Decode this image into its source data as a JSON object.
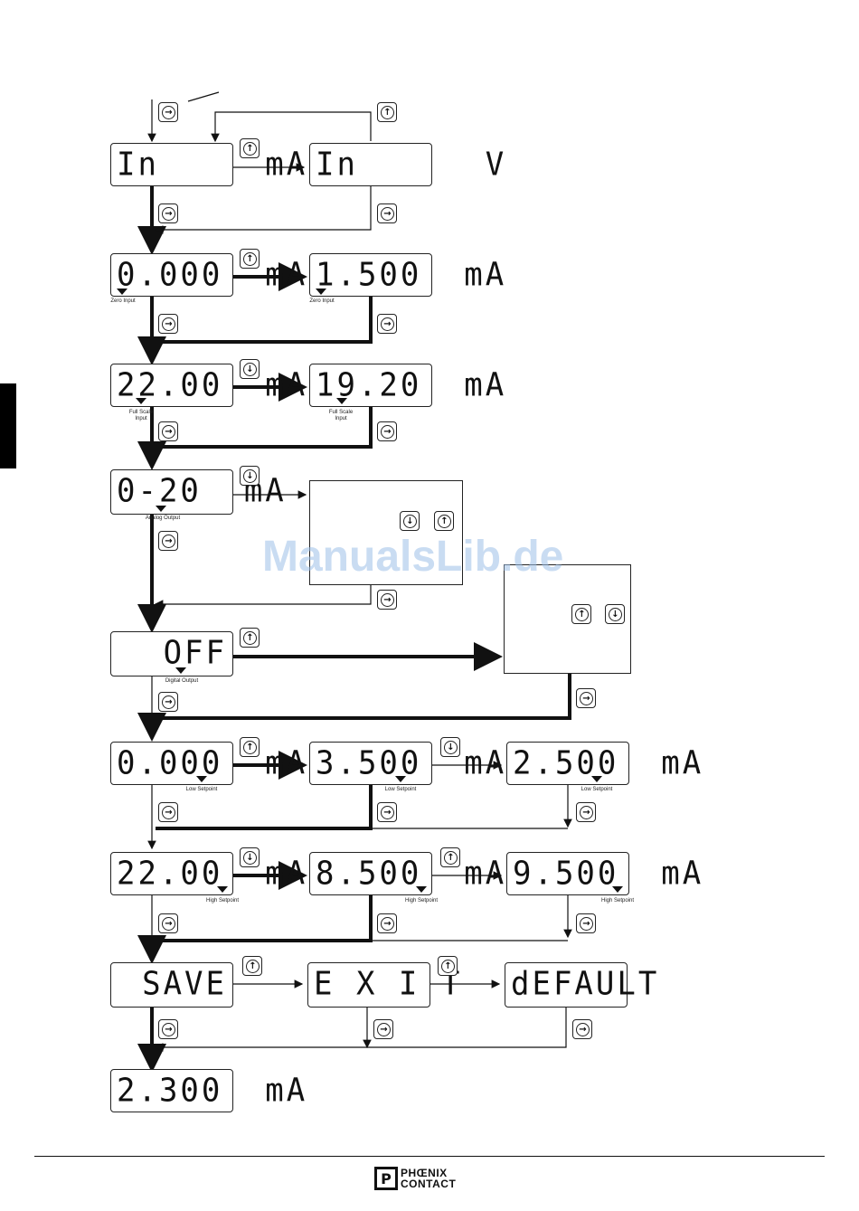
{
  "displays": {
    "input_type_ma": "In     mA",
    "input_type_v": "In      V",
    "zero_input_default": "0.000  mA",
    "zero_input_set": "1.500  mA",
    "fullscale_default": "22.00  mA",
    "fullscale_set": "19.20  mA",
    "analog_output": "0-20  mA",
    "digital_output": "OFF",
    "low_setpoint_default": "0.000  mA",
    "low_setpoint_a": "3.500  mA",
    "low_setpoint_b": "2.500  mA",
    "high_setpoint_default": "22.00  mA",
    "high_setpoint_a": "8.500  mA",
    "high_setpoint_b": "9.500  mA",
    "save": "SAVE",
    "exit": "E X I T",
    "default": "dEFAULT",
    "final_value": "2.300  mA"
  },
  "captions": {
    "zero_input": "Zero Input",
    "full_scale_input": "Full Scale Input",
    "analog_output": "Analog Output",
    "digital_output": "Digital Output",
    "low_setpoint": "Low Setpoint",
    "high_setpoint": "High Setpoint"
  },
  "keys": {
    "enter_symbol": "→",
    "up_symbol": "↑",
    "down_symbol": "↓"
  },
  "logo": {
    "line1": "PHŒNIX",
    "line2": "CONTACT"
  },
  "watermark": "ManualsLib.de",
  "colors": {
    "ink": "#111111",
    "watermark": "#9ec0e8"
  }
}
